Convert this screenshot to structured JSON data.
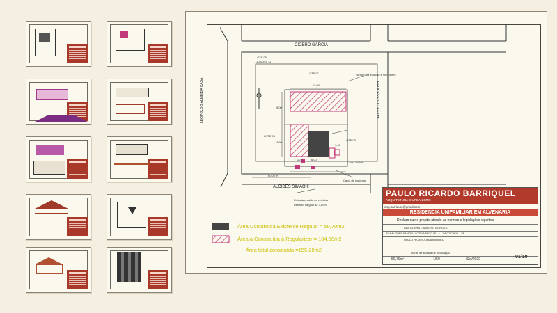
{
  "sheet": {
    "streets": {
      "top": "CICERO GARCIA",
      "bottom": "ALCIDES SIMAO II",
      "left": "LEOPOLDO ALMEIDA CASA",
      "right": "PROCESSO J.T.F.FILHO"
    },
    "plot": {
      "lots": [
        "LOTE 06",
        "LOTE 01",
        "LOTE 05",
        "LOTE 03"
      ],
      "quadra": "QUADRA 11",
      "dims": [
        "12,00",
        "9,00",
        "1,60",
        "6,00",
        "60,00 m",
        "4,60",
        "8,60"
      ],
      "notes": [
        "Nicho para estacao e medidores",
        "Area do lote",
        "Caixa de inspecao",
        "Entrada e saida de veiculos",
        "Rebaixo da guia de 3,00m"
      ]
    },
    "legend": {
      "existing": "Área Construída  Existente Regular = 50,70m2",
      "toregularize": "Área à Construída à Regularizar = 104.50m2",
      "total": "Área total construída =155.20m2"
    },
    "titleblock": {
      "name": "PAULO RICARDO BARRIQUEL",
      "subtitle": "ARQUITETURA E URBANISMO",
      "email": "eng.barriquel@gmail.com",
      "project": "RESIDENCIA UNIFAMILIAR EM ALVENARIA",
      "declaration": "Declaro que o projeto atende as normas e legislações vigentes",
      "owner": "ANA ELVIRA CARDOSO BORGES",
      "address": "RUA ALCIDES SIMAO II - LOTEAMENTO VILLA - JABOTICABAL - SP",
      "author": "PAULO RICARDO BARRIQUEL",
      "content": "planta de situação e localização",
      "area": "50,70m²",
      "scale": "1/50",
      "date": "Set/2020",
      "sheet": "01/10"
    }
  },
  "colors": {
    "accent_red": "#b23a2a",
    "hatch_magenta": "#c2387a",
    "legend_text": "#c8c000"
  }
}
